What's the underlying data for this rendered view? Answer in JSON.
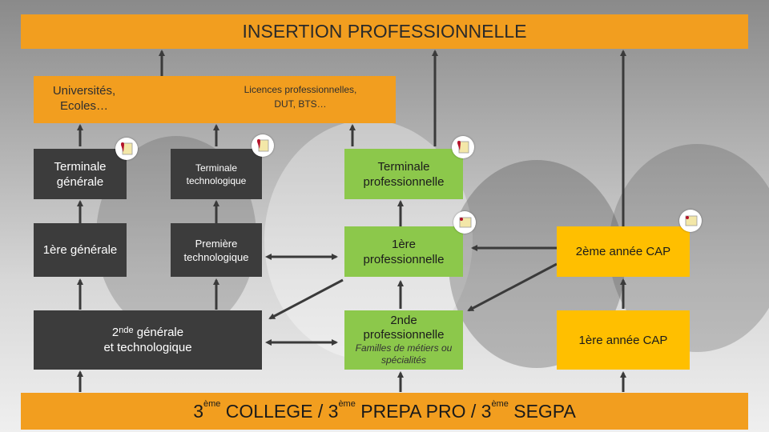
{
  "title": "INSERTION PROFESSIONNELLE",
  "footer": {
    "n1": "3",
    "s1": "ème",
    "t1": " COLLEGE / ",
    "n2": "3",
    "s2": "ème",
    "t2": " PREPA PRO / ",
    "n3": "3",
    "s3": "ème",
    "t3": " SEGPA"
  },
  "higher": {
    "universities_l1": "Universités,",
    "universities_l2": "Ecoles…",
    "licences_l1": "Licences professionnelles,",
    "licences_l2": "DUT, BTS…"
  },
  "general": {
    "terminale_l1": "Terminale",
    "terminale_l2": "générale",
    "premiere": "1ère générale",
    "seconde_num": "2",
    "seconde_sup": "nde",
    "seconde_l1": " générale",
    "seconde_l2": "et technologique"
  },
  "technologique": {
    "terminale_l1": "Terminale",
    "terminale_l2": "technologique",
    "premiere_l1": "Première",
    "premiere_l2": "technologique"
  },
  "professionnelle": {
    "terminale_l1": "Terminale",
    "terminale_l2": "professionnelle",
    "premiere_l1": "1ère",
    "premiere_l2": "professionnelle",
    "seconde_l1": "2nde",
    "seconde_l2": "professionnelle",
    "seconde_note_l1": "Familles de métiers ou",
    "seconde_note_l2": "spécialités"
  },
  "cap": {
    "year2": "2ème année CAP",
    "year1": "1ère année CAP"
  },
  "colors": {
    "orange": "#f29e1f",
    "dark": "#3c3c3c",
    "green": "#8cc84b",
    "yellow": "#ffbf00"
  },
  "icons": [
    "diploma-icon"
  ]
}
